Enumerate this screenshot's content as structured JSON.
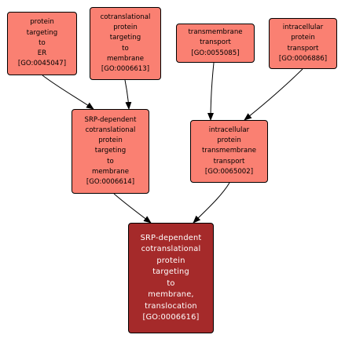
{
  "colors": {
    "node_fill": "#fa8072",
    "main_fill": "#a52a2a",
    "main_text": "#ffffff",
    "edge": "#000000"
  },
  "nodes": {
    "n1": {
      "lines": [
        "protein",
        "targeting",
        "to",
        "ER",
        "[GO:0045047]"
      ]
    },
    "n2": {
      "lines": [
        "cotranslational",
        "protein",
        "targeting",
        "to",
        "membrane",
        "[GO:0006613]"
      ]
    },
    "n3": {
      "lines": [
        "transmembrane",
        "transport",
        "[GO:0055085]"
      ]
    },
    "n4": {
      "lines": [
        "intracellular",
        "protein",
        "transport",
        "[GO:0006886]"
      ]
    },
    "n5": {
      "lines": [
        "SRP-dependent",
        "cotranslational",
        "protein",
        "targeting",
        "to",
        "membrane",
        "[GO:0006614]"
      ]
    },
    "n6": {
      "lines": [
        "intracellular",
        "protein",
        "transmembrane",
        "transport",
        "[GO:0065002]"
      ]
    },
    "n7": {
      "lines": [
        "SRP-dependent",
        "cotranslational",
        "protein",
        "targeting",
        "to",
        "membrane,",
        "translocation",
        "[GO:0006616]"
      ]
    }
  },
  "edges": [
    {
      "from": "n1",
      "to": "n5"
    },
    {
      "from": "n2",
      "to": "n5"
    },
    {
      "from": "n3",
      "to": "n6"
    },
    {
      "from": "n4",
      "to": "n6"
    },
    {
      "from": "n5",
      "to": "n7"
    },
    {
      "from": "n6",
      "to": "n7"
    }
  ]
}
